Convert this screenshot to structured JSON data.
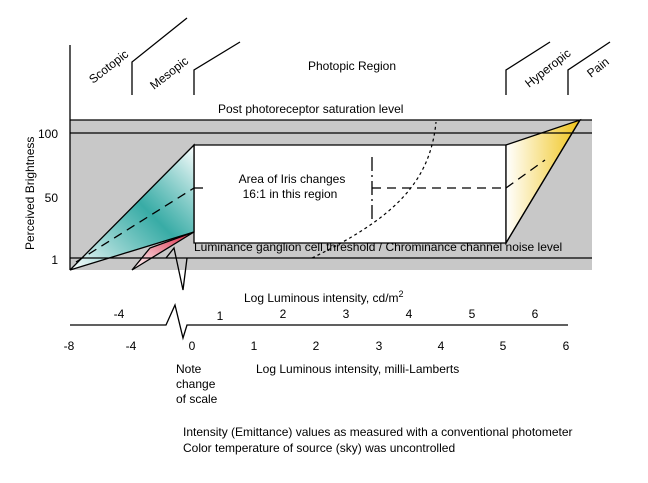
{
  "regions": {
    "scotopic": "Scotopic",
    "mesopic": "Mesopic",
    "photopic": "Photopic Region",
    "hyperopic": "Hyperopic",
    "pain": "Pain"
  },
  "y_axis": {
    "label": "Perceived Brightness",
    "ticks": [
      "100",
      "50",
      "1"
    ]
  },
  "annotations": {
    "saturation": "Post photoreceptor saturation level",
    "iris_line1": "Area of Iris changes",
    "iris_line2": "16:1 in this region",
    "threshold": "Luminance ganglion cell threshold / Chrominance channel noise level",
    "note_line1": "Note",
    "note_line2": "change",
    "note_line3": "of scale"
  },
  "axis_cdm": {
    "label": "Log Luminous intensity, cd/m",
    "label_sup": "2",
    "ticks": [
      "-4",
      "1",
      "2",
      "3",
      "4",
      "5",
      "6"
    ]
  },
  "axis_ml": {
    "label": "Log Luminous intensity, milli-Lamberts",
    "ticks": [
      "-8",
      "-4",
      "0",
      "1",
      "2",
      "3",
      "4",
      "5",
      "6"
    ]
  },
  "footer": {
    "line1": "Intensity (Emittance) values as measured with a conventional photometer",
    "line2": "Color temperature of source (sky) was uncontrolled"
  },
  "colors": {
    "band": "#c8c8c8",
    "scotopic_fill": "#1fa7a0",
    "mesopic_fill": "#d8223f",
    "hyperopic_fill": "#f0c419"
  }
}
